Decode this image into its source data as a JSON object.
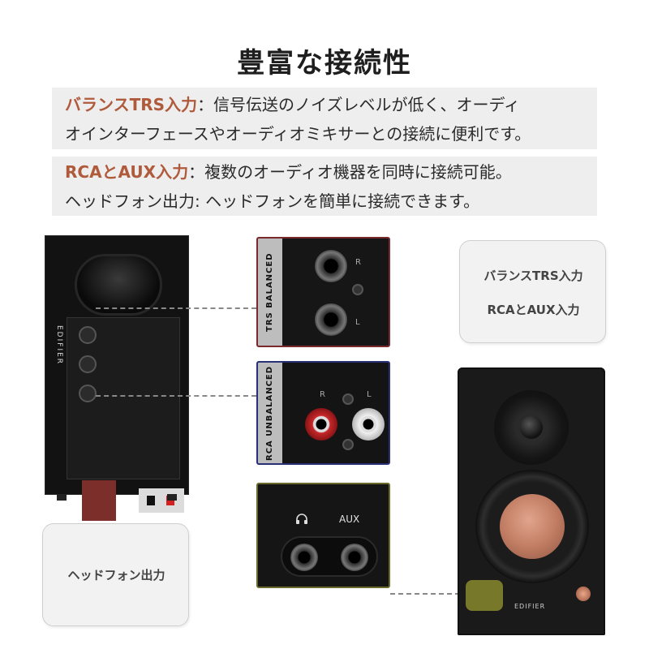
{
  "title": "豊富な接続性",
  "features": [
    {
      "highlight": "バランスTRS入力",
      "text_line1": "：信号伝送のノイズレベルが低く、オーディ",
      "text_line2": "オインターフェースやオーディオミキサーとの接続に便利です。"
    },
    {
      "highlight": "RCAとAUX入力",
      "text_line1": "：複数のオーディオ機器を同時に接続可能。",
      "text_line2": "ヘッドフォン出力: ヘッドフォンを簡単に接続できます。"
    }
  ],
  "rear_speaker": {
    "brand": "EDIFIER"
  },
  "callouts": {
    "trs": {
      "strip_label": "TRS BALANCED",
      "right_label": "R",
      "left_label": "L"
    },
    "rca": {
      "strip_label": "RCA UNBALANCED",
      "right_label": "R",
      "left_label": "L"
    },
    "aux": {
      "headphone_icon": "headphone-icon",
      "aux_label": "AUX"
    }
  },
  "cards": {
    "inputs": {
      "line1": "バランスTRS入力",
      "line2": "RCAとAUX入力"
    },
    "headphone": {
      "line1": "ヘッドフォン出力"
    }
  },
  "front_speaker": {
    "brand": "EDIFIER"
  },
  "colors": {
    "accent": "#b05a3c",
    "trs_border": "#7a2a2c",
    "rca_border": "#2a2f7a",
    "aux_highlight": "#8a8a2e",
    "woofer_copper": "#c27e64"
  }
}
